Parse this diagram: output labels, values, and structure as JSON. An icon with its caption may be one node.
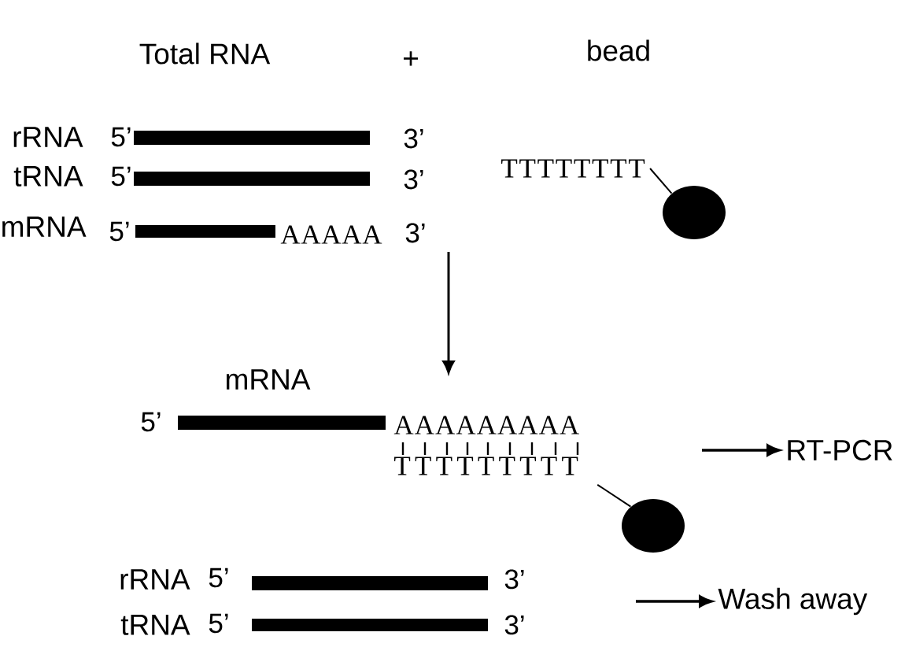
{
  "diagram": {
    "nodes": [
      {
        "text": [
          "TTTTTTTT"
        ]
      },
      {
        "text": [],
        "shape": "circle"
      },
      {
        "text": [
          "TTTTTTTTT"
        ]
      },
      {
        "text": [],
        "shape": "circle"
      },
      {
        "text": [
          "RT-PCR"
        ]
      },
      {
        "text": [
          "Wash away"
        ]
      }
    ],
    "edges": [
      {
        "from": 0,
        "to": 1,
        "arrow": "none"
      },
      {
        "from": 2,
        "to": 3,
        "arrow": "none"
      },
      {
        "from": null,
        "to": 4,
        "arrow": "to"
      },
      {
        "from": null,
        "to": 5,
        "arrow": "to"
      }
    ],
    "labels": [
      "Total RNA",
      "+",
      "bead",
      "rRNA",
      "5’",
      "3’",
      "tRNA",
      "5’",
      "3’",
      "mRNA",
      "5’",
      "AAAAA",
      "3’",
      "mRNA",
      "5’",
      "AAAAAAAAA",
      "rRNA",
      "5’",
      "3’",
      "tRNA",
      "5’",
      "3’"
    ]
  }
}
